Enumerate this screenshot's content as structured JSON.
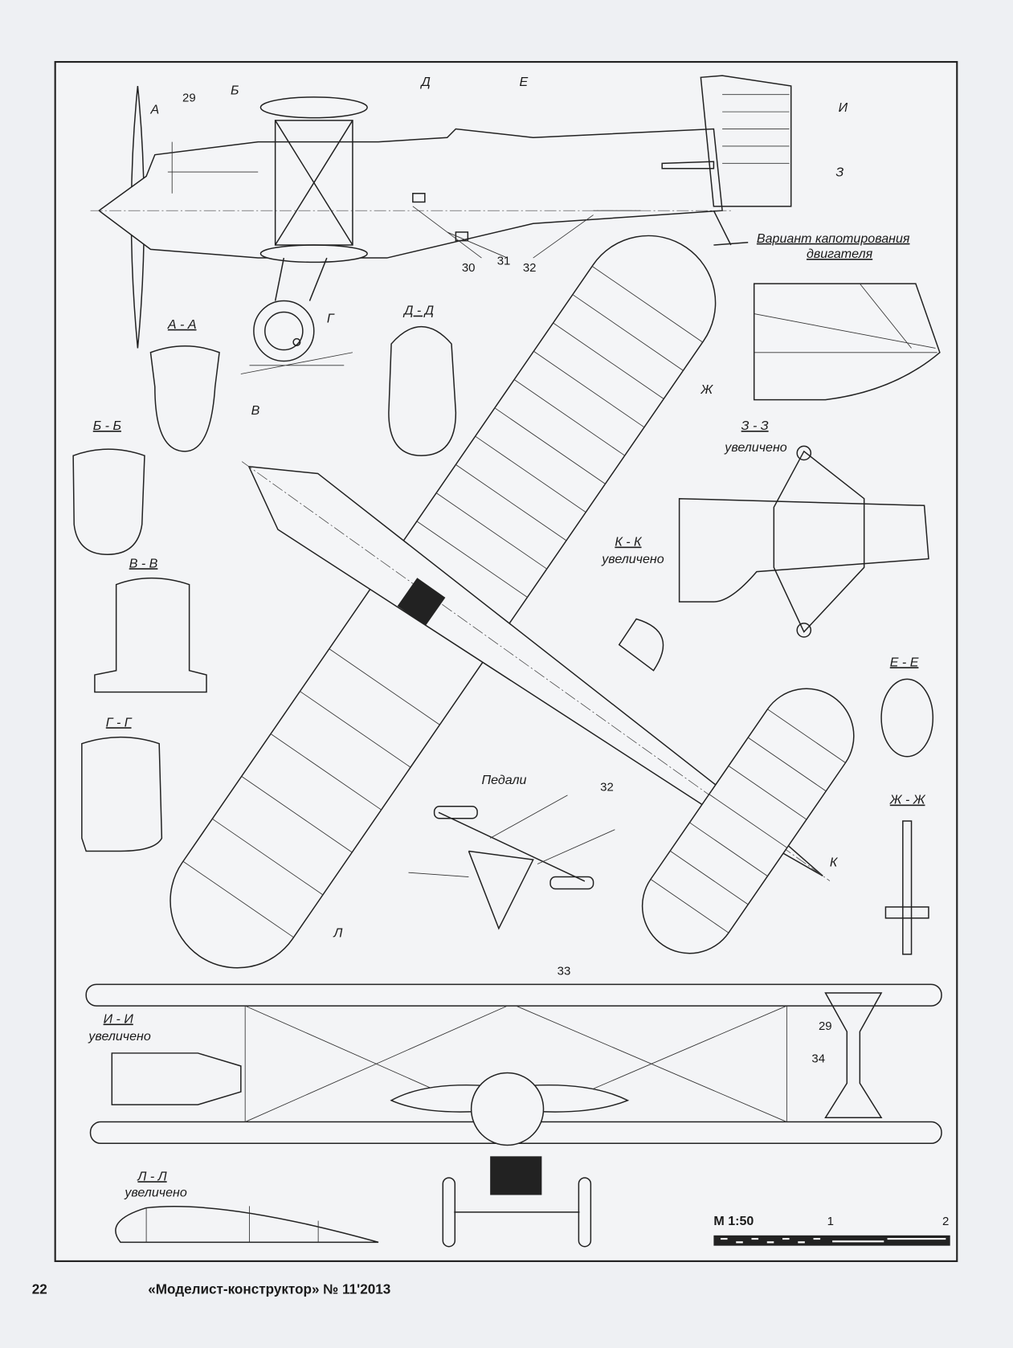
{
  "labels": {
    "a": "А",
    "b": "Б",
    "d": "Д",
    "e": "Е",
    "i": "И",
    "z": "З",
    "g": "Г",
    "v": "В",
    "zh": "Ж",
    "k": "К",
    "l": "Л",
    "n29": "29",
    "n30": "30",
    "n31": "31",
    "n32": "32",
    "n32b": "32",
    "n33": "33",
    "n29b": "29",
    "n34": "34",
    "cowling_variant_1": "Вариант капотирования",
    "cowling_variant_2": "двигателя",
    "pedals": "Педали"
  },
  "sections": {
    "aa": "А - А",
    "dd": "Д - Д",
    "bb": "Б - Б",
    "vv": "В - В",
    "gg": "Г - Г",
    "zz": "З - З",
    "kk": "К - К",
    "ee": "Е - Е",
    "zhzh": "Ж - Ж",
    "ii": "И - И",
    "ll": "Л - Л",
    "enlarged": "увеличено"
  },
  "scale": {
    "label": "М 1:50",
    "tick1": "1",
    "tick2": "2"
  },
  "footer": {
    "page_number": "22",
    "magazine": "«Моделист-конструктор» № 11'2013"
  }
}
